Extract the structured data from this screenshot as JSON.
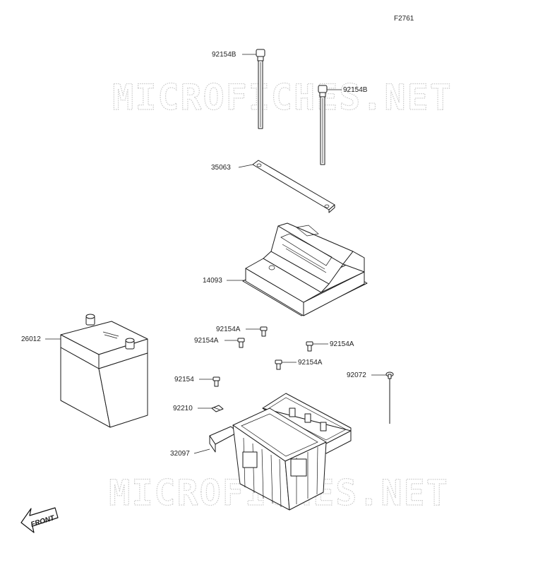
{
  "figure_code": "F2761",
  "watermark": "MICROFICHES.NET",
  "front_label": "FRONT",
  "labels": {
    "bolt_long_left": "92154B",
    "bolt_long_right": "92154B",
    "plate": "35063",
    "cover": "14093",
    "battery": "26012",
    "bolt_a1": "92154A",
    "bolt_a2": "92154A",
    "bolt_a3": "92154A",
    "bolt_a4": "92154A",
    "bolt": "92154",
    "clip": "92210",
    "rod": "92072",
    "case": "32097"
  }
}
